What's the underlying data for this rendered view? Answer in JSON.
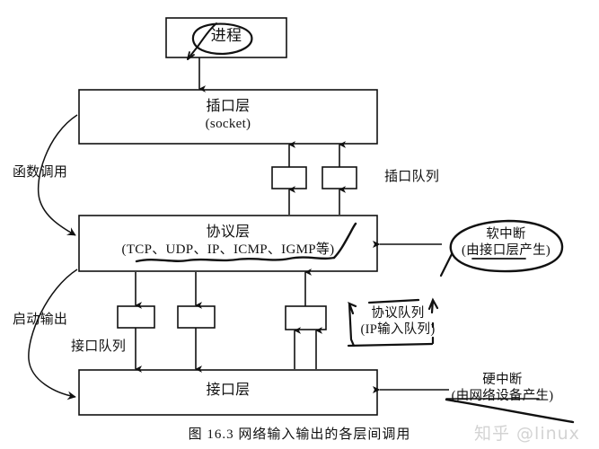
{
  "figure": {
    "caption": "图 16.3   网络输入输出的各层间调用",
    "watermark": "知乎 @linux"
  },
  "boxes": {
    "process": {
      "label": "进程"
    },
    "socket_layer": {
      "label": "插口层",
      "sublabel": "(socket)"
    },
    "protocol_layer": {
      "label": "协议层",
      "sublabel": "(TCP、UDP、IP、ICMP、IGMP等)"
    },
    "interface_layer": {
      "label": "接口层"
    }
  },
  "labels": {
    "function_call": "函数调用",
    "start_output": "启动输出",
    "socket_queue": "插口队列",
    "interface_queue": "接口队列"
  },
  "annotations": {
    "soft_interrupt": {
      "line1": "软中断",
      "line2": "(由接口层产生)"
    },
    "protocol_queue": {
      "line1": "协议队列",
      "line2": "(IP输入队列)"
    },
    "hard_interrupt": {
      "line1": "硬中断",
      "line2": "(由网络设备产生)"
    }
  },
  "colors": {
    "ink": "#111111",
    "paper": "#ffffff",
    "watermark": "#d3d3d3"
  }
}
